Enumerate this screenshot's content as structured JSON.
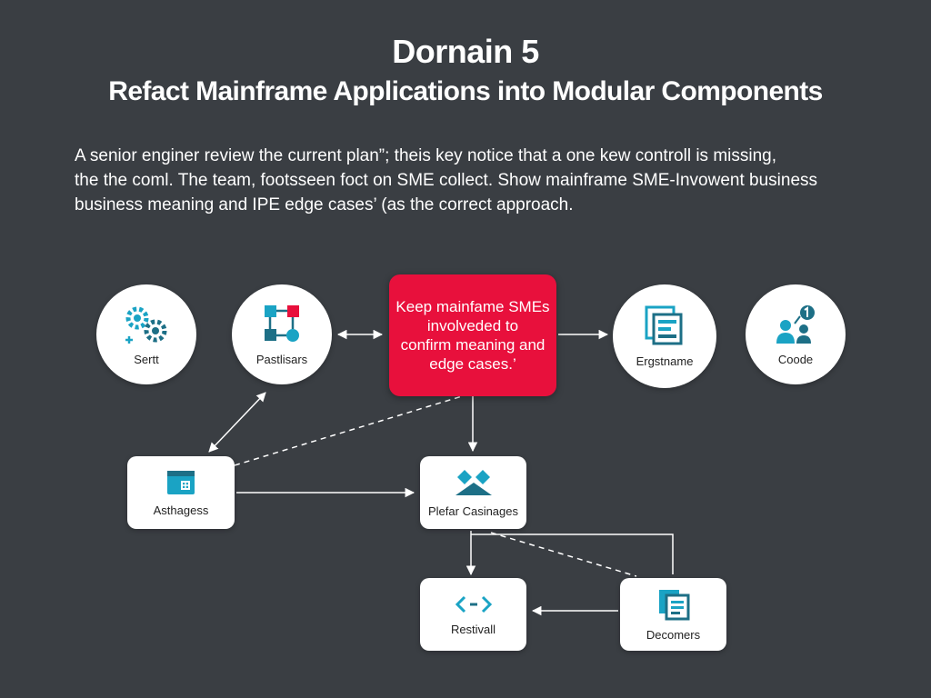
{
  "header": {
    "title": "Dornain 5",
    "subtitle": "Refact Mainframe Applications into Modular Components"
  },
  "intro": {
    "lines": [
      "A senior enginer review the current plan”; theis key notice that a one kew controll is missing,",
      "the the coml. The team, footsseen foct on SME collect. Show mainframe SME-Invowent business",
      "business meaning and IPE edge cases’ (as the correct approach."
    ]
  },
  "callout": {
    "lines": [
      "Keep mainfame SMEs",
      "involveded to",
      "confirm meaning and",
      "edge cases.’"
    ]
  },
  "nodes": {
    "sertt": {
      "label": "Sertt",
      "icon": "gears-icon"
    },
    "pastlisars": {
      "label": "Pastlisars",
      "icon": "flowchart-icon"
    },
    "ergstname": {
      "label": "Ergstname",
      "icon": "documents-icon"
    },
    "coode": {
      "label": "Coode",
      "icon": "team-icon"
    },
    "asthagess": {
      "label": "Asthagess",
      "icon": "folder-icon"
    },
    "plefar": {
      "label": "Plefar Casinages",
      "icon": "modules-icon"
    },
    "restivall": {
      "label": "Restivall",
      "icon": "code-icon"
    },
    "decomers": {
      "label": "Decomers",
      "icon": "documents-icon"
    }
  },
  "colors": {
    "background": "#3a3e43",
    "accent_red": "#e8103c",
    "icon_teal": "#1aa3c4",
    "icon_dark": "#1d6f86",
    "node_fill": "#ffffff",
    "connector": "#ffffff"
  }
}
